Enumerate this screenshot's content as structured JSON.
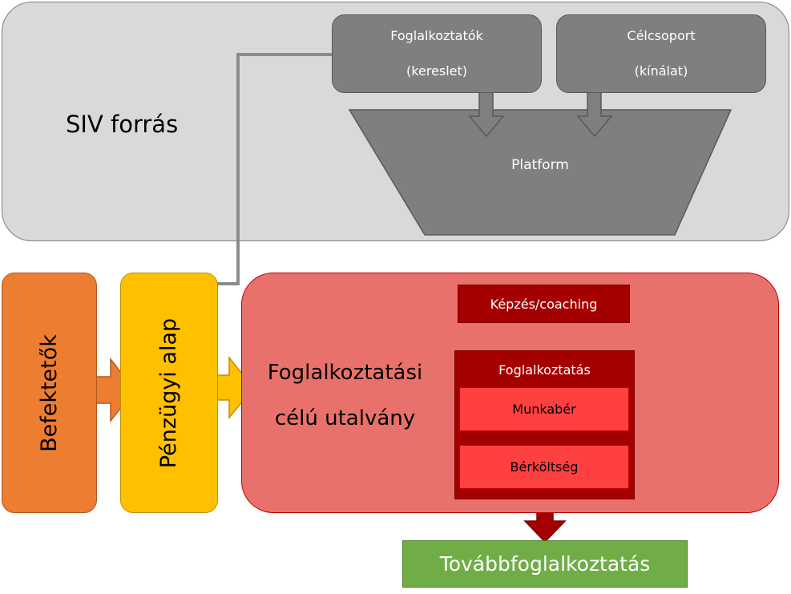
{
  "siv_region": {
    "title": "SIV forrás"
  },
  "employers": {
    "line1": "Foglalkoztatók",
    "line2": "(kereslet)"
  },
  "target_group": {
    "line1": "Célcsoport",
    "line2": "(kínálat)"
  },
  "platform": {
    "label": "Platform"
  },
  "investors": {
    "label": "Befektetők"
  },
  "fund": {
    "label": "Pénzügyi alap"
  },
  "voucher": {
    "line1": "Foglalkoztatási",
    "line2": "célú utalvány"
  },
  "training": {
    "label": "Képzés/coaching"
  },
  "employment": {
    "label": "Foglalkoztatás"
  },
  "wage": {
    "label": "Munkabér"
  },
  "wage_cost": {
    "label": "Bérköltség"
  },
  "continued_employment": {
    "label": "Továbbfoglalkoztatás"
  },
  "colors": {
    "gray_region": "#d9d9d9",
    "gray_box": "#7f7f7f",
    "investors": "#ed7d31",
    "fund": "#ffc000",
    "voucher_region": "#e8726b",
    "dark_red": "#a50000",
    "bright_red": "#ff4040",
    "green": "#70ad47"
  }
}
